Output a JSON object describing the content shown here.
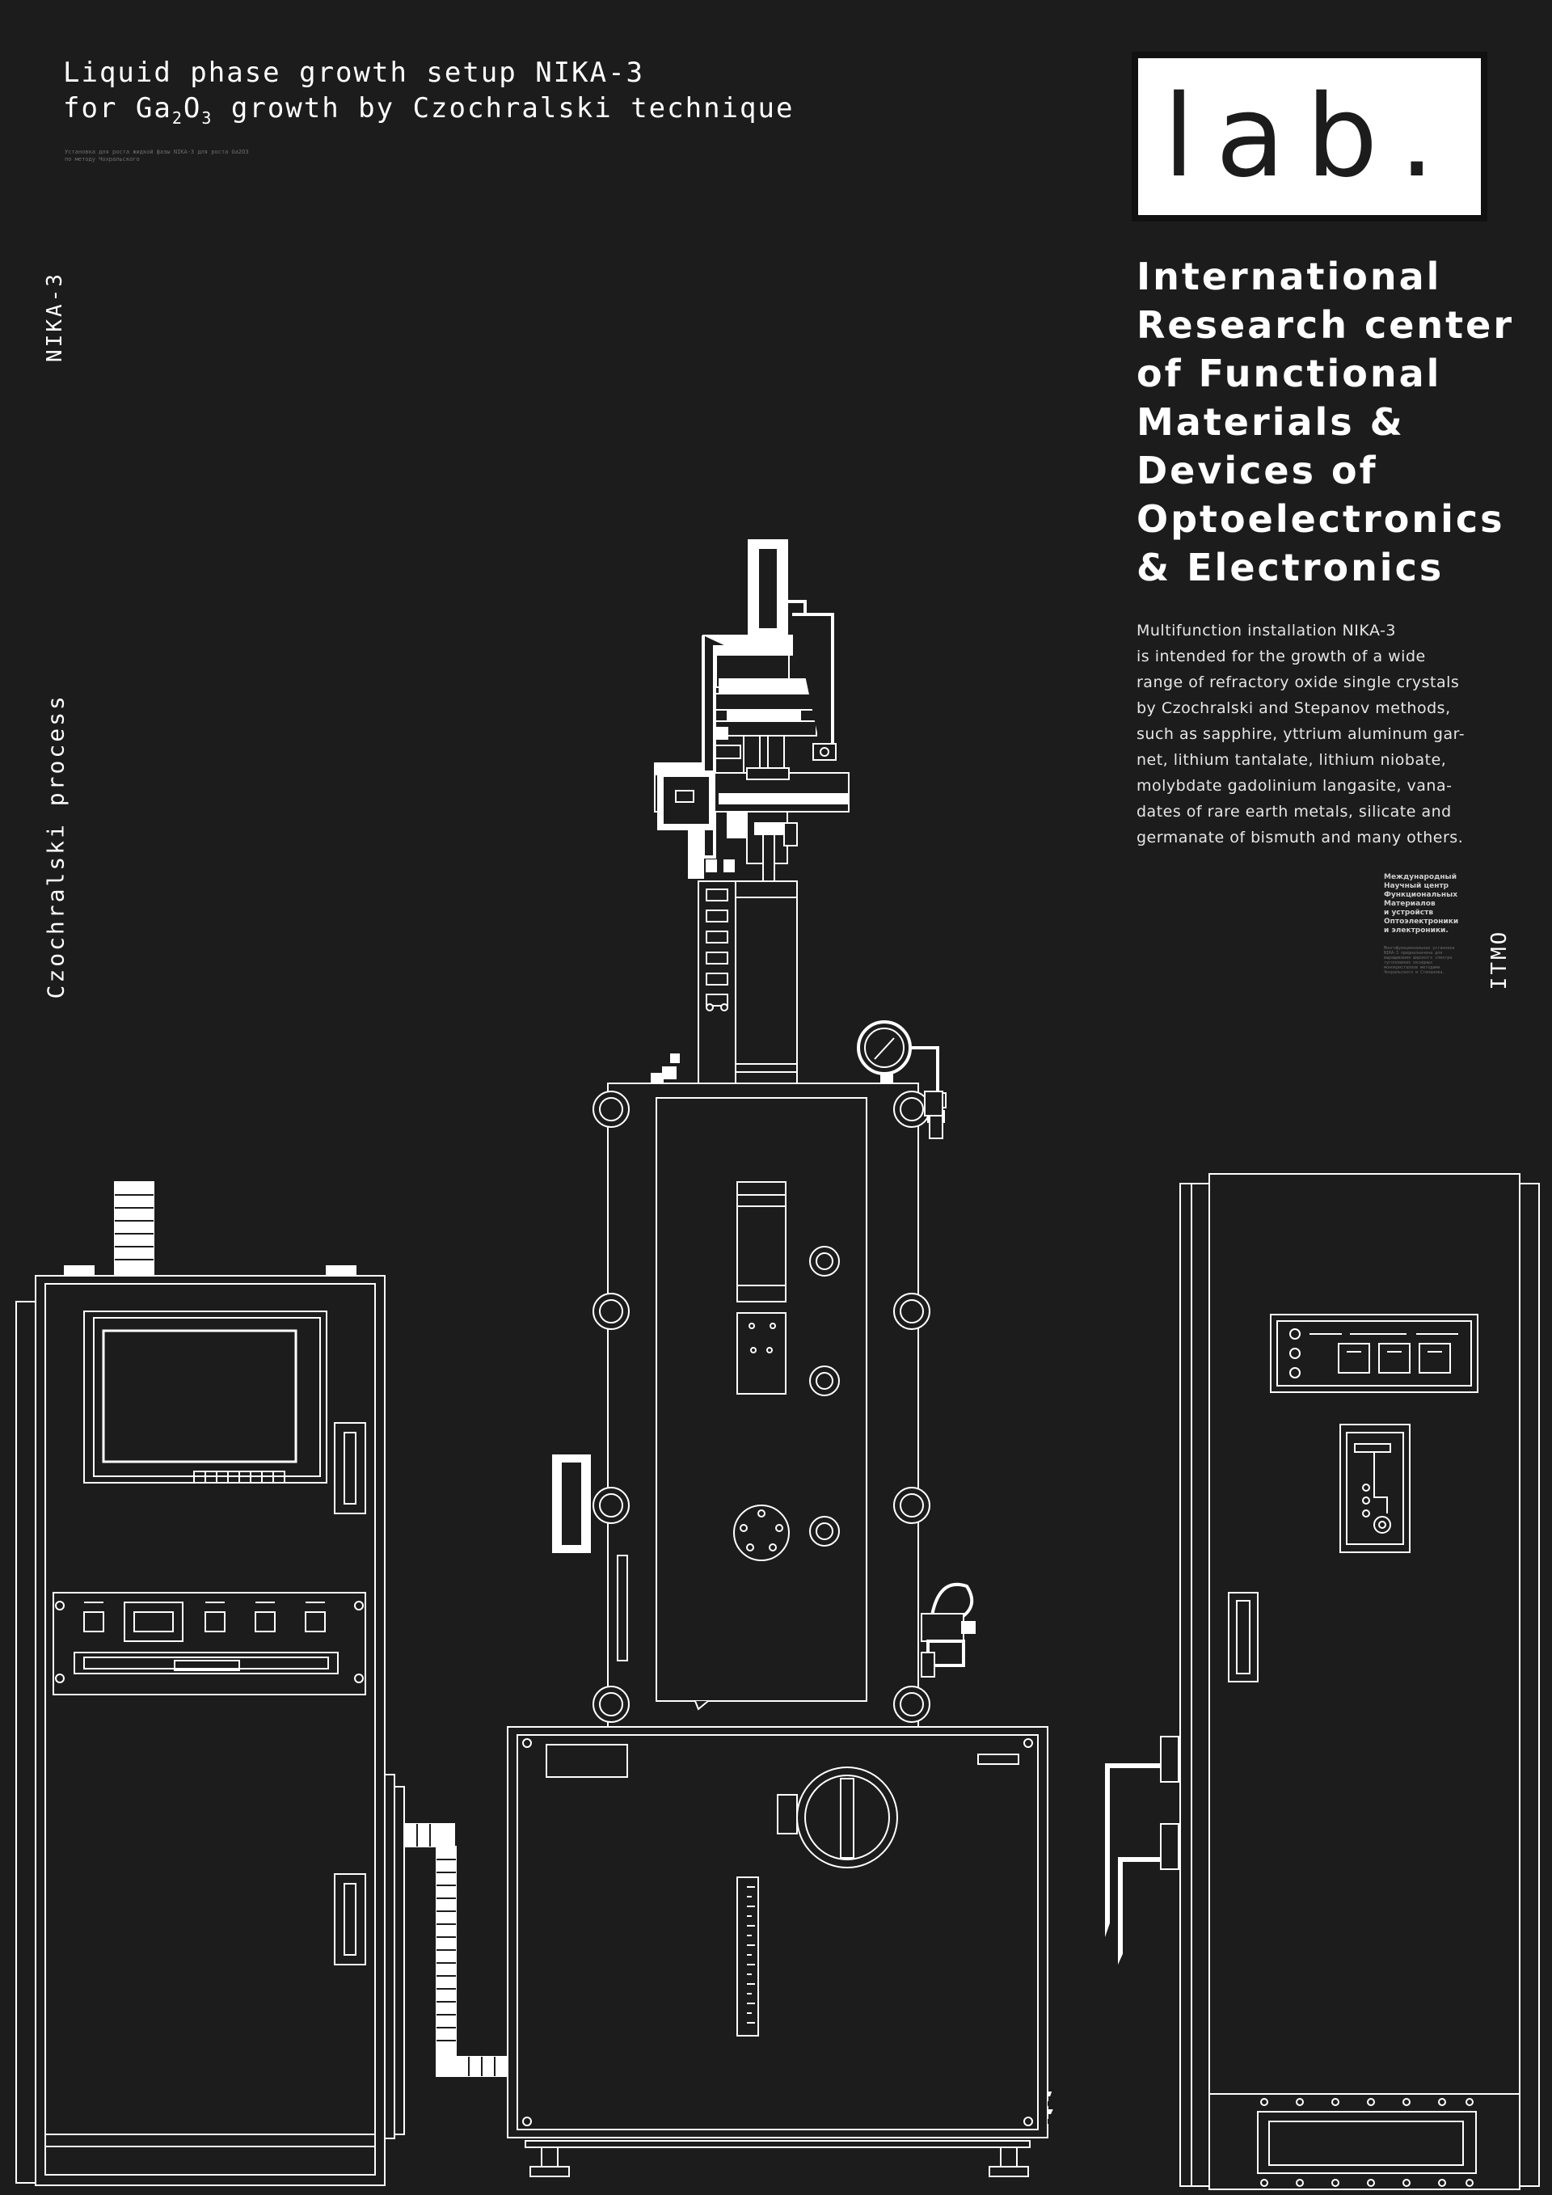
{
  "header": {
    "title_line1": "Liquid phase growth setup NIKA-3",
    "title_line2_pre": "for Ga",
    "sub1": "2",
    "mid": "O",
    "sub2": "3",
    "title_line2_post": " growth by Czochralski technique",
    "tiny_ru": "Установка для роста жидкой фазы NIKA-3 для роста Ga2O3 по методу Чохральского"
  },
  "side_labels": {
    "nika": "NIKA-3",
    "process": "Czochralski process",
    "itmo": "ITMO"
  },
  "logo": {
    "text": "lab."
  },
  "org": {
    "name": "International Research center of Functional Materials & Devices of Optoelectronics & Electronics"
  },
  "description": "Multifunction installation NIKA-3\nis intended for the growth of a wide\nrange of refractory oxide single crystals\nby Czochralski and Stepanov methods,\nsuch as sapphire, yttrium aluminum gar-\nnet, lithium tantalate, lithium niobate,\nmolybdate gadolinium langasite, vana-\ndates of rare earth metals, silicate and\ngermanate of bismuth and many others.",
  "ru_block": "Международный\nНаучный центр\nФункциональных\nМатериалов\nи устройств\nОптоэлектроники\nи электроники.",
  "ru_small": "Многофункциональная установка NIKA-3 предназначена для выращивания широкого спектра тугоплавких оксидных монокристаллов методами Чохральского и Степанова.",
  "colors": {
    "background": "#1c1c1c",
    "line": "#ffffff",
    "text": "#ffffff"
  }
}
